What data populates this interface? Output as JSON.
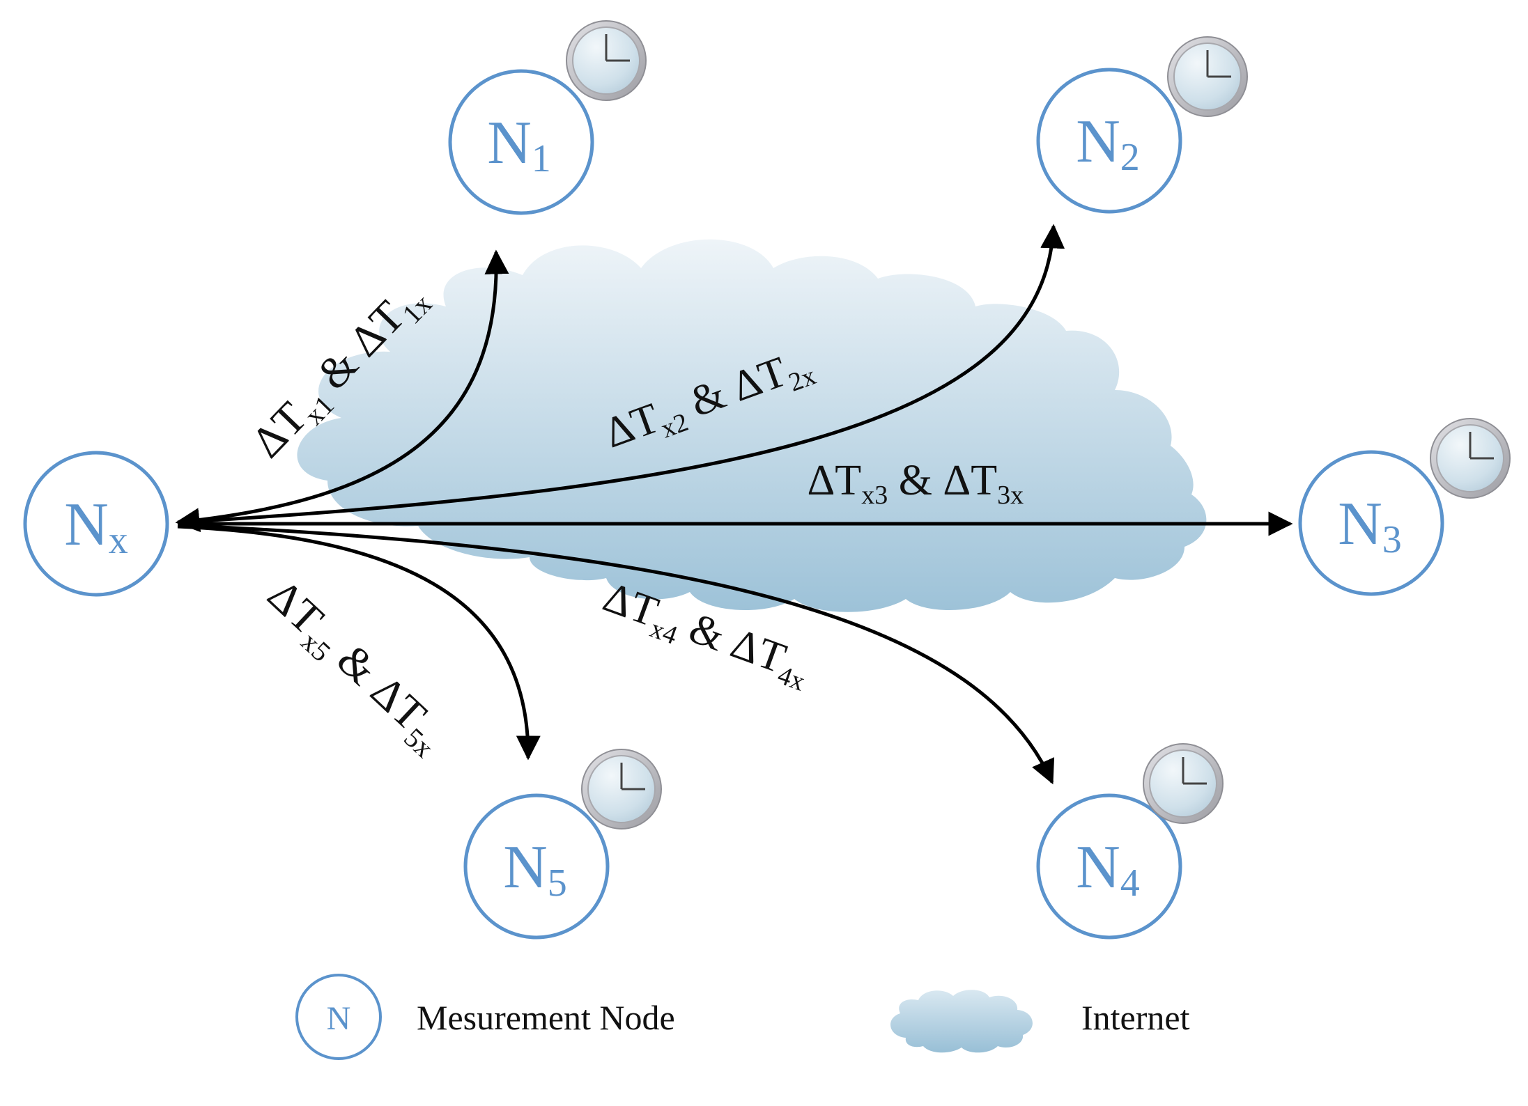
{
  "colors": {
    "node_ring": "#5b93cc",
    "node_text": "#5b93cc",
    "edge": "#000000",
    "cloud_top": "#eef4f8",
    "cloud_bottom": "#9dc2d8",
    "clock_rim": "#b9b9bd",
    "clock_face": "#c9dde9"
  },
  "nodes": {
    "nx": {
      "base": "N",
      "sub": "x"
    },
    "n1": {
      "base": "N",
      "sub": "1"
    },
    "n2": {
      "base": "N",
      "sub": "2"
    },
    "n3": {
      "base": "N",
      "sub": "3"
    },
    "n4": {
      "base": "N",
      "sub": "4"
    },
    "n5": {
      "base": "N",
      "sub": "5"
    }
  },
  "edge_labels": {
    "e1": {
      "d1": "ΔT",
      "s1": "x1",
      "amp": " & ",
      "d2": "ΔT",
      "s2": "1x"
    },
    "e2": {
      "d1": "ΔT",
      "s1": "x2",
      "amp": " & ",
      "d2": "ΔT",
      "s2": "2x"
    },
    "e3": {
      "d1": "ΔT",
      "s1": "x3",
      "amp": " & ",
      "d2": "ΔT",
      "s2": "3x"
    },
    "e4": {
      "d1": "ΔT",
      "s1": "x4",
      "amp": " & ",
      "d2": "ΔT",
      "s2": "4x"
    },
    "e5": {
      "d1": "ΔT",
      "s1": "x5",
      "amp": " & ",
      "d2": "ΔT",
      "s2": "5x"
    }
  },
  "icons": {
    "node_clock": "clock-icon",
    "internet": "cloud-icon",
    "arrowhead": "arrowhead-icon"
  },
  "legend": {
    "node_symbol": "N",
    "node_label": "Mesurement Node",
    "internet_label": "Internet"
  }
}
